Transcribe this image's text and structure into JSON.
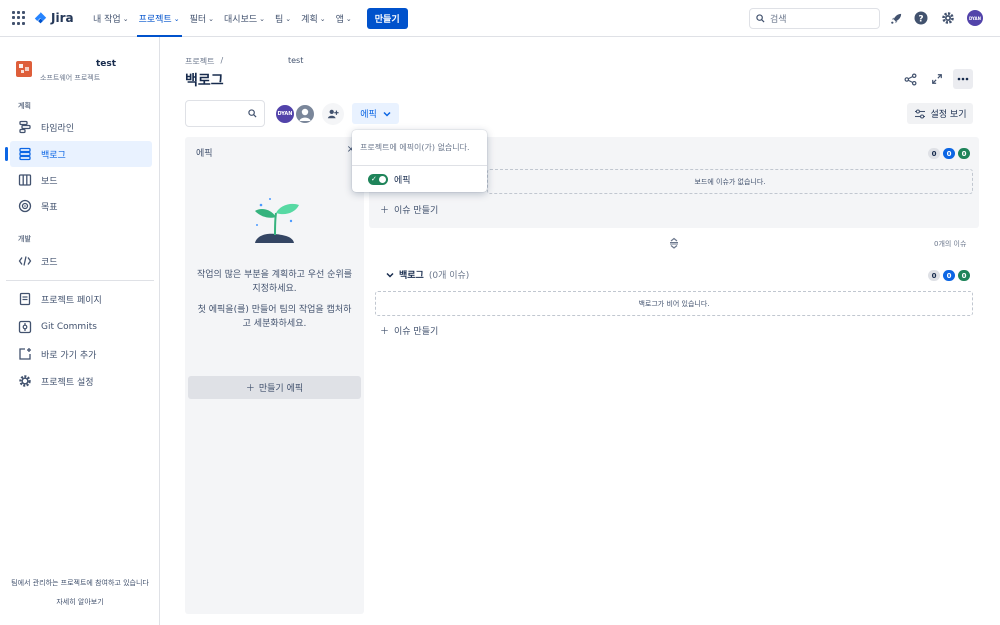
{
  "topnav": {
    "logo_text": "Jira",
    "menu": [
      {
        "label": "내 작업",
        "active": false
      },
      {
        "label": "프로젝트",
        "active": true
      },
      {
        "label": "필터",
        "active": false
      },
      {
        "label": "대시보드",
        "active": false
      },
      {
        "label": "팀",
        "active": false
      },
      {
        "label": "계획",
        "active": false
      },
      {
        "label": "앱",
        "active": false
      }
    ],
    "create_label": "만들기",
    "search_placeholder": "검색",
    "avatar_initials": "DYAN"
  },
  "sidebar": {
    "project_name": "test",
    "project_type": "소프트웨어 프로젝트",
    "section_planning": "계획",
    "section_dev": "개발",
    "items": [
      {
        "label": "타임라인",
        "icon": "timeline-icon"
      },
      {
        "label": "백로그",
        "icon": "backlog-icon",
        "active": true
      },
      {
        "label": "보드",
        "icon": "board-icon"
      },
      {
        "label": "목표",
        "icon": "goals-icon"
      },
      {
        "label": "코드",
        "icon": "code-icon"
      },
      {
        "label": "프로젝트 페이지",
        "icon": "page-icon"
      },
      {
        "label": "Git Commits",
        "icon": "git-commits-icon"
      },
      {
        "label": "바로 가기 추가",
        "icon": "add-shortcut-icon"
      },
      {
        "label": "프로젝트 설정",
        "icon": "settings-icon"
      }
    ],
    "footer_text": "팀에서 관리하는 프로젝트에 참여하고 있습니다",
    "footer_link": "자세히 알아보기"
  },
  "header": {
    "breadcrumb_projects": "프로젝트",
    "breadcrumb_sep": "/",
    "breadcrumb_project": "test",
    "title": "백로그"
  },
  "toolbar": {
    "avatar_initials": "DYAN",
    "epic_filter_label": "에픽",
    "view_settings_label": "설정 보기"
  },
  "epic_panel": {
    "title": "에픽",
    "close": "×",
    "desc1": "작업의 많은 부분을 계획하고 우선 순위를 지정하세요.",
    "desc2": "첫 에픽을(를) 만들어 팀의 작업을 캡처하고 세분화하세요.",
    "create_label": "만들기 에픽"
  },
  "dropdown": {
    "message": "프로젝트에 에픽이(가) 없습니다.",
    "toggle_label": "에픽",
    "toggle_on": true
  },
  "board": {
    "counts": [
      "0",
      "0",
      "0"
    ],
    "empty_text": "보드에 이슈가 없습니다.",
    "create_issue": "이슈 만들기",
    "issue_count": "0개의 이슈"
  },
  "backlog": {
    "title": "백로그",
    "subtitle": "(0개 이슈)",
    "counts": [
      "0",
      "0",
      "0"
    ],
    "empty_text": "백로그가 비어 있습니다.",
    "create_issue": "이슈 만들기"
  },
  "colors": {
    "brand": "#0052CC",
    "active_bg": "#E9F2FF",
    "done_green": "#1F845A",
    "project_icon": "#DE5E3A"
  }
}
